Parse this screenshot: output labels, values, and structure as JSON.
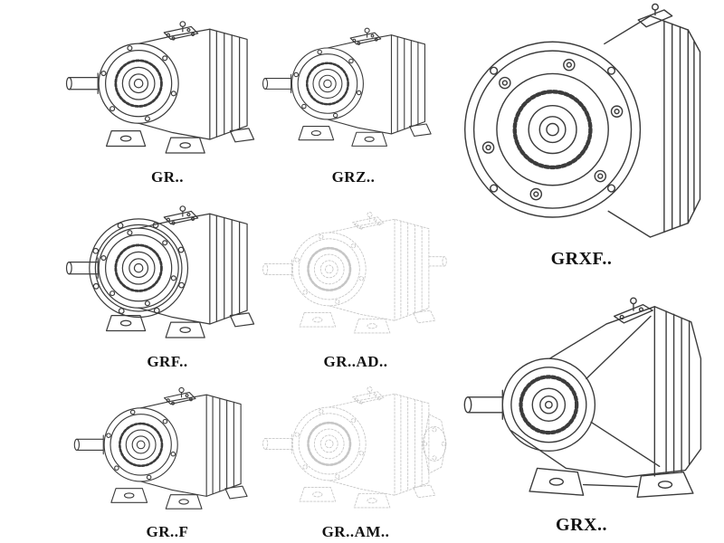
{
  "page": {
    "background": "#ffffff"
  },
  "colors": {
    "ink": "#3c3c3c",
    "ghost": "#c6c6c6",
    "label": "#111111"
  },
  "figures": [
    {
      "label": "GR.."
    },
    {
      "label": "GRZ.."
    },
    {
      "label": "GRXF.."
    },
    {
      "label": "GRF.."
    },
    {
      "label": "GR..AD.."
    },
    {
      "label": "GR..F"
    },
    {
      "label": "GR..AM.."
    },
    {
      "label": "GRX.."
    }
  ]
}
